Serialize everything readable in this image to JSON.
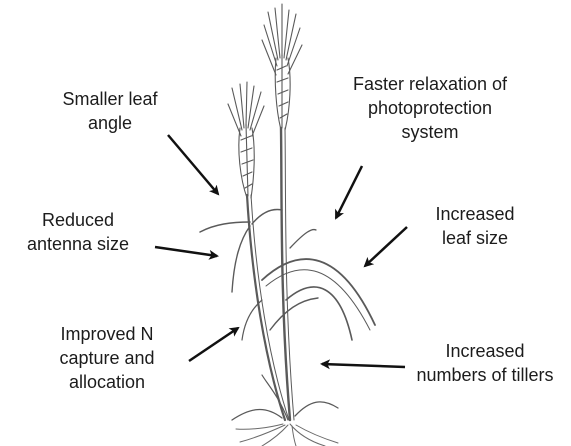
{
  "diagram": {
    "labels": {
      "leaf_angle": [
        "Smaller leaf",
        "angle"
      ],
      "photoprotection": [
        "Faster relaxation of",
        "photoprotection",
        "system"
      ],
      "antenna": [
        "Reduced",
        "antenna size"
      ],
      "leaf_size": [
        "Increased",
        "leaf size"
      ],
      "nitrogen": [
        "Improved N",
        "capture and",
        "allocation"
      ],
      "tillers": [
        "Increased",
        "numbers of tillers"
      ]
    },
    "plant_drawing": "wheat-plant-sketch",
    "colors": {
      "text": "#1c1c1c",
      "arrow": "#111111",
      "sketch": "#5a5a5a"
    }
  }
}
